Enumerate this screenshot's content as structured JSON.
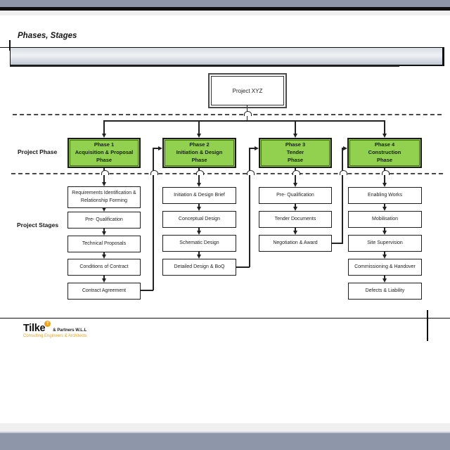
{
  "colors": {
    "slate": "#8E96AA",
    "green": "#92D050",
    "green_border": "#4C721C",
    "orange": "#F2A112"
  },
  "slide": {
    "title": "Phases, Stages"
  },
  "diagram": {
    "root_label": "Project XYZ",
    "row_labels": {
      "phases": "Project Phase",
      "stages": "Project Stages"
    },
    "phases": [
      {
        "label": "Phase 1\nAcquisition & Proposal\nPhase"
      },
      {
        "label": "Phase 2\nInitiation & Design\nPhase"
      },
      {
        "label": "Phase 3\nTender\nPhase"
      },
      {
        "label": "Phase 4\nConstruction\nPhase"
      }
    ],
    "columns": [
      {
        "stages": [
          "Requirements Identification &\nRelationship Forming",
          "Pre- Qualification",
          "Technical Proposals",
          "Conditions of Contract",
          "Contract Agreement"
        ]
      },
      {
        "stages": [
          "Initiation & Design Brief",
          "Conceptual Design",
          "Schematic Design",
          "Detailed Design & BoQ"
        ]
      },
      {
        "stages": [
          "Pre- Qualification",
          "Tender Documents",
          "Negotiation & Award"
        ]
      },
      {
        "stages": [
          "Enabling Works",
          "Mobilisation",
          "Site Supervision",
          "Commissioning & Handover",
          "Defects & Liability"
        ]
      }
    ]
  },
  "footer": {
    "brand": "Tilke",
    "badge_letter": "T",
    "partners": "& Partners W.L.L",
    "tagline": "Consulting Engineers & Architects"
  }
}
